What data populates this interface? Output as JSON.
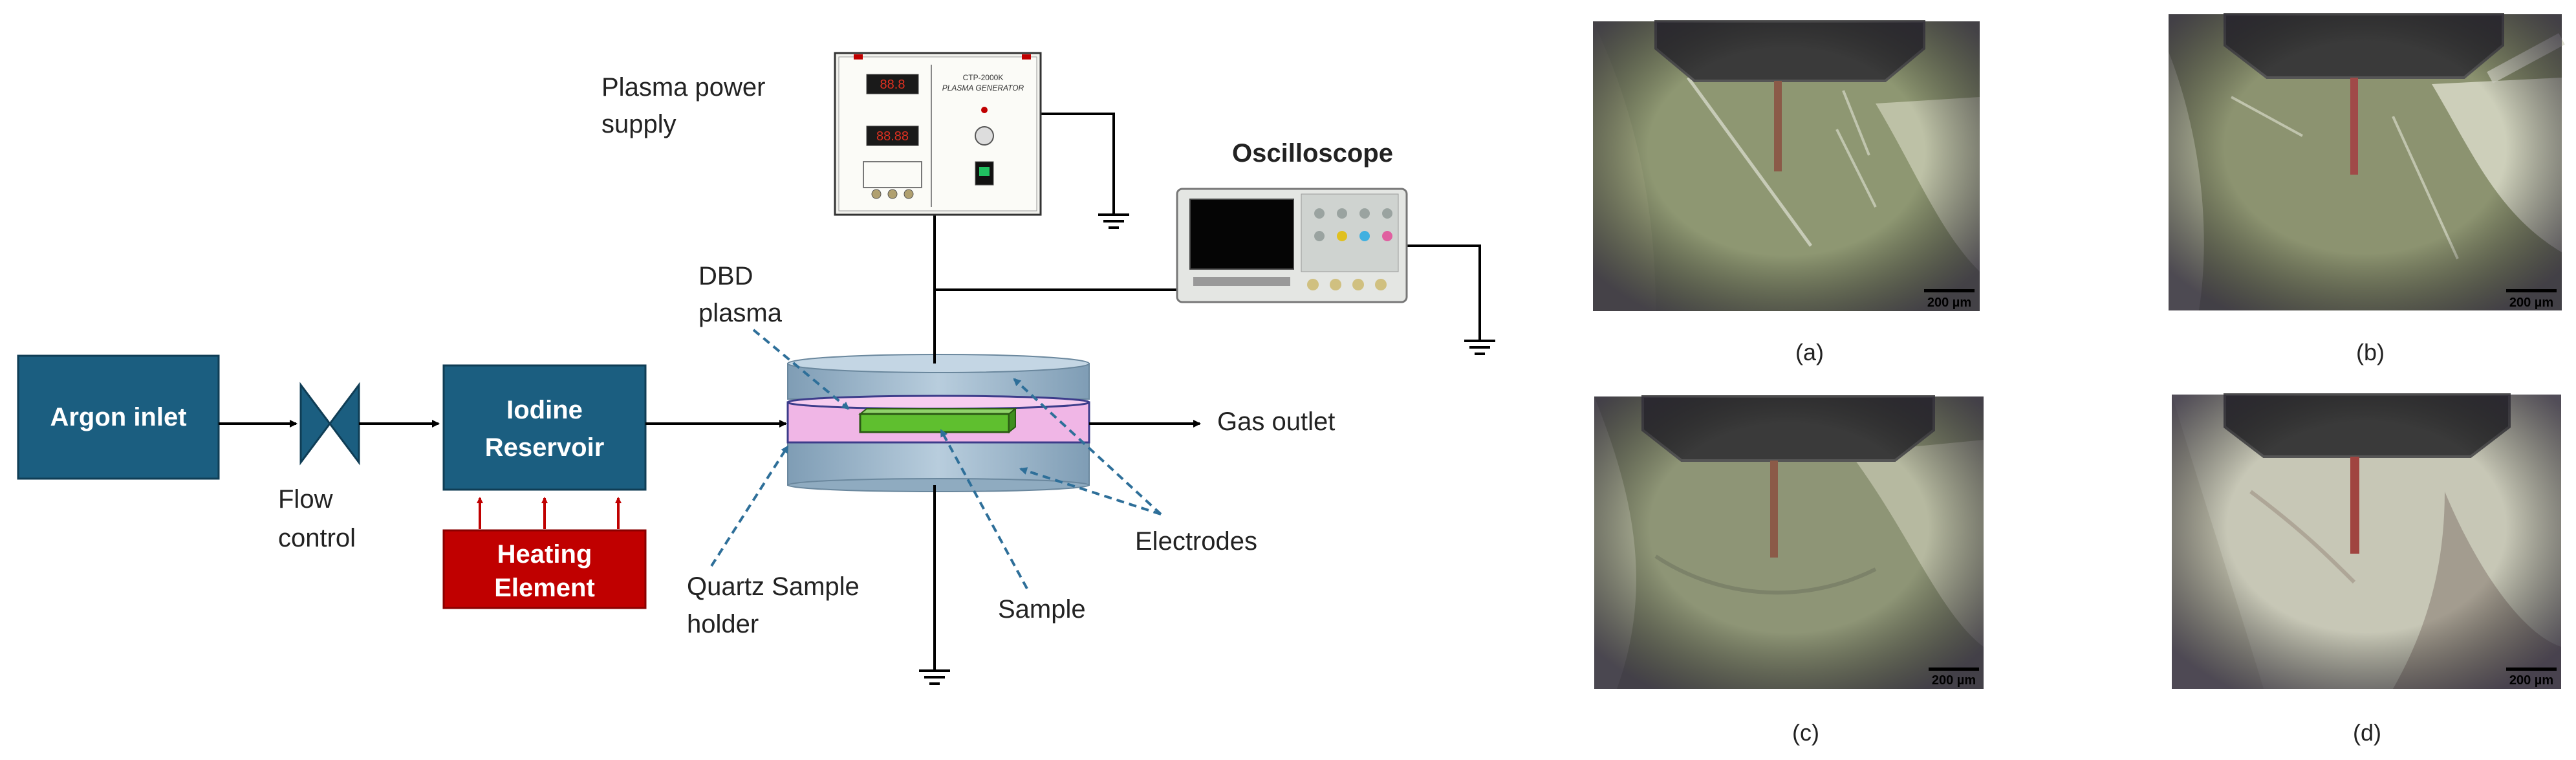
{
  "schematic": {
    "argon_inlet": "Argon inlet",
    "flow_control": [
      "Flow",
      "control"
    ],
    "iodine_reservoir": [
      "Iodine",
      "Reservoir"
    ],
    "heating_element": [
      "Heating",
      "Element"
    ],
    "plasma_power_supply": [
      "Plasma power",
      "supply"
    ],
    "oscilloscope": "Oscilloscope",
    "dbd_plasma": [
      "DBD",
      "plasma"
    ],
    "gas_outlet": "Gas outlet",
    "electrodes": "Electrodes",
    "quartz_sample_holder": [
      "Quartz Sample",
      "holder"
    ],
    "sample": "Sample",
    "power_supply_panel": {
      "brand": "CTP-2000K",
      "title": "PLASMA GENERATOR"
    }
  },
  "micrographs": [
    {
      "label": "(a)",
      "scale_bar": "200 µm"
    },
    {
      "label": "(b)",
      "scale_bar": "200 µm"
    },
    {
      "label": "(c)",
      "scale_bar": "200 µm"
    },
    {
      "label": "(d)",
      "scale_bar": "200 µm"
    }
  ],
  "colors": {
    "box_blue": "#1b5e80",
    "heater_red": "#c00000",
    "plasma_pink": "#f0b6e6",
    "sample_green": "#5fbf2f",
    "cylinder_blue": "#a9c2d6",
    "dashed_arrow": "#2e6f99"
  }
}
